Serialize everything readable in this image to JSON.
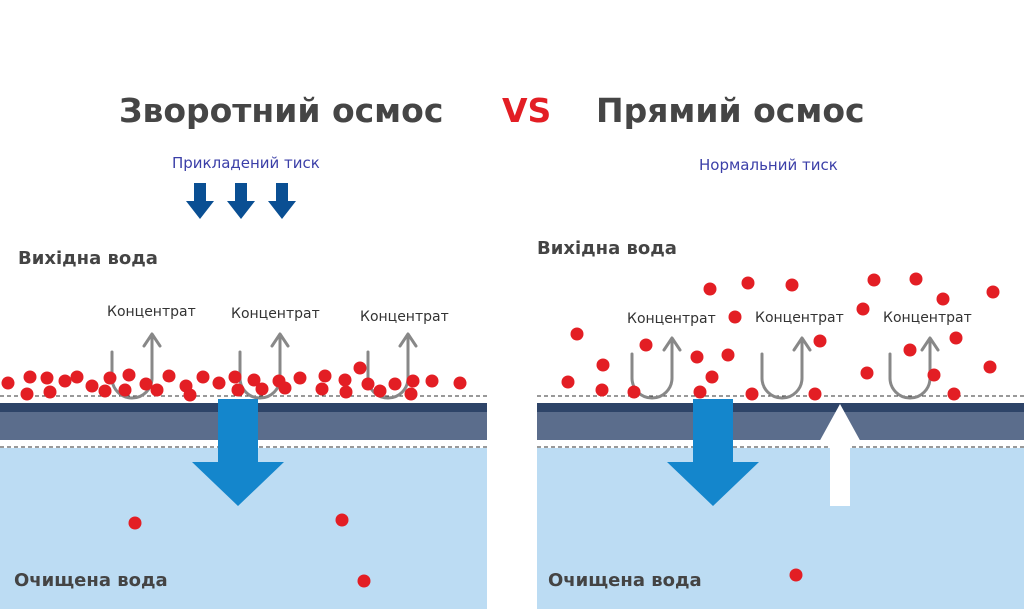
{
  "header": {
    "left_title": "Зворотний осмос",
    "vs": "VS",
    "right_title": "Прямий осмос"
  },
  "left_panel": {
    "pressure_caption": "Прикладений тиск",
    "source_water": "Вихідна вода",
    "purified_water": "Очищена вода",
    "concentrate_labels": [
      "Концентрат",
      "Концентрат",
      "Концентрат"
    ]
  },
  "right_panel": {
    "pressure_caption": "Нормальний тиск",
    "source_water": "Вихідна вода",
    "purified_water": "Очищена вода",
    "concentrate_labels": [
      "Концентрат",
      "Концентрат",
      "Концентрат"
    ]
  },
  "colors": {
    "particle": "#e31e24",
    "clean_water": "#bcdcf3",
    "membrane_top": "#2e4468",
    "membrane_body": "#5b6d8c",
    "flow_arrow": "#1486cc",
    "pressure_arrow": "#0a4f93",
    "reverse_arrow": "#ffffff",
    "vs": "#e31e24"
  }
}
